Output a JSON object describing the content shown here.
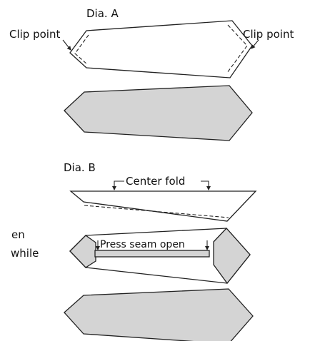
{
  "dia_a": {
    "label": "Dia. A",
    "clip_left": "Clip point",
    "clip_right": "Clip point"
  },
  "dia_b": {
    "label": "Dia. B",
    "center_fold": "Center fold",
    "press_seam": "Press seam open"
  },
  "side_text": {
    "line1": "en",
    "line2": "while"
  },
  "colors": {
    "shade": "#d4d4d4",
    "stroke": "#222222"
  }
}
